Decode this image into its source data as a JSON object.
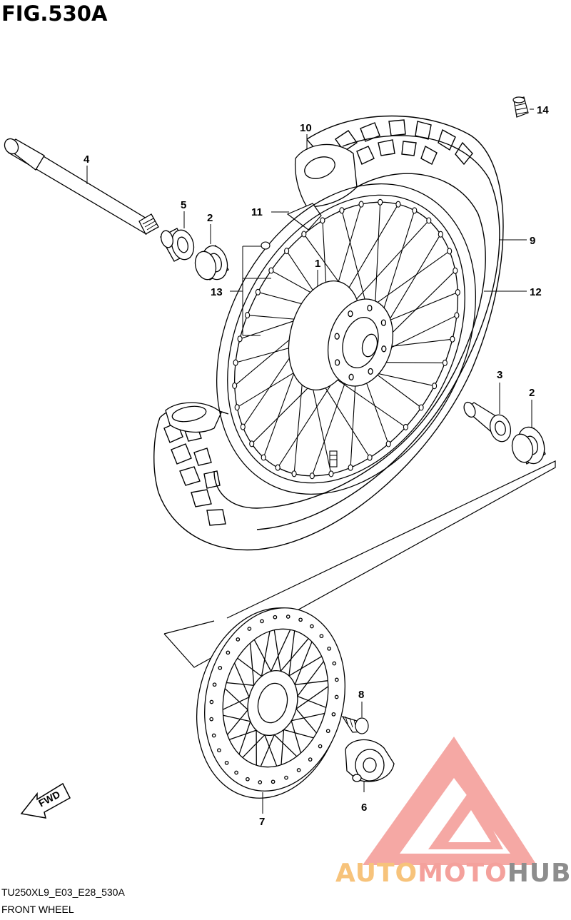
{
  "figure": {
    "title": "FIG.530A",
    "model_code": "TU250XL9_E03_E28_530A",
    "name": "FRONT WHEEL"
  },
  "callouts": [
    {
      "id": "1",
      "label": "1",
      "part": "hub"
    },
    {
      "id": "2a",
      "label": "2",
      "part": "bearing"
    },
    {
      "id": "2b",
      "label": "2",
      "part": "bearing"
    },
    {
      "id": "3",
      "label": "3",
      "part": "spacer"
    },
    {
      "id": "4",
      "label": "4",
      "part": "axle"
    },
    {
      "id": "5",
      "label": "5",
      "part": "spacer"
    },
    {
      "id": "6",
      "label": "6",
      "part": "speedometer gearbox"
    },
    {
      "id": "7",
      "label": "7",
      "part": "brake disc"
    },
    {
      "id": "8",
      "label": "8",
      "part": "disc bolt"
    },
    {
      "id": "9",
      "label": "9",
      "part": "tire"
    },
    {
      "id": "10",
      "label": "10",
      "part": "tube"
    },
    {
      "id": "11",
      "label": "11",
      "part": "rim band"
    },
    {
      "id": "12",
      "label": "12",
      "part": "rim"
    },
    {
      "id": "13",
      "label": "13",
      "part": "spoke set"
    },
    {
      "id": "14",
      "label": "14",
      "part": "valve cap"
    }
  ],
  "fwd_label": "FWD",
  "watermark": {
    "part1": "AUTO",
    "part2": "MOTO",
    "part3": "HUB",
    "color_auto": "#f7c37b",
    "color_moto": "#f4a19c",
    "color_hub": "#8d8d8d"
  },
  "colors": {
    "line": "#000000",
    "background": "#ffffff"
  }
}
